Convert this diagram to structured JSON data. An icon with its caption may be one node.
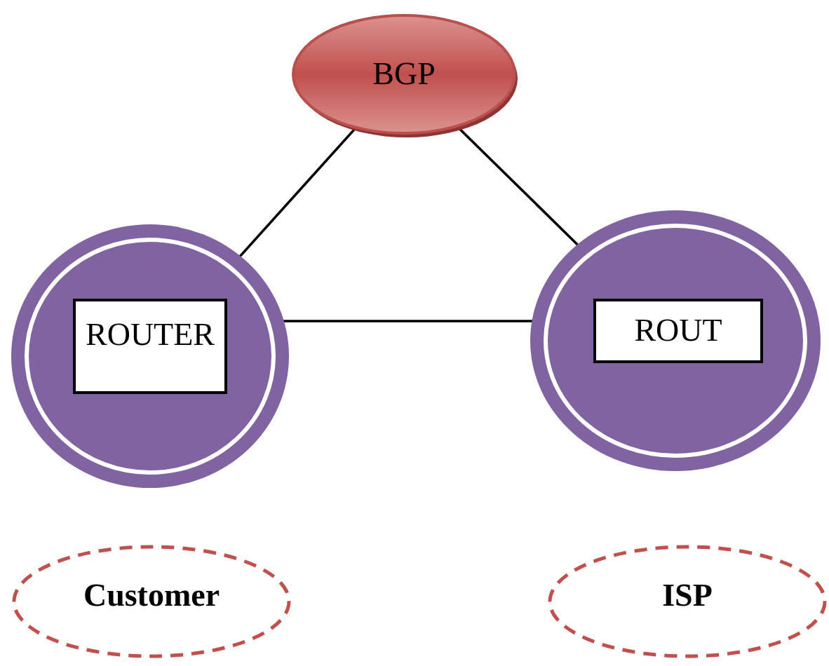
{
  "diagram": {
    "nodes": [
      {
        "text": [
          "BGP"
        ]
      },
      {
        "text": [],
        "shape": "circle"
      },
      {
        "text": [
          "ROUTER"
        ],
        "in": 1
      },
      {
        "text": [],
        "shape": "circle"
      },
      {
        "text": [
          "ROUT"
        ],
        "in": 3
      },
      {
        "text": [
          "Customer"
        ]
      },
      {
        "text": [
          "ISP"
        ]
      }
    ],
    "edges": [
      {
        "from": 0,
        "to": 1,
        "arrow": "none"
      },
      {
        "from": 0,
        "to": 3,
        "arrow": "none"
      },
      {
        "from": 2,
        "to": 4,
        "arrow": "none"
      }
    ]
  }
}
